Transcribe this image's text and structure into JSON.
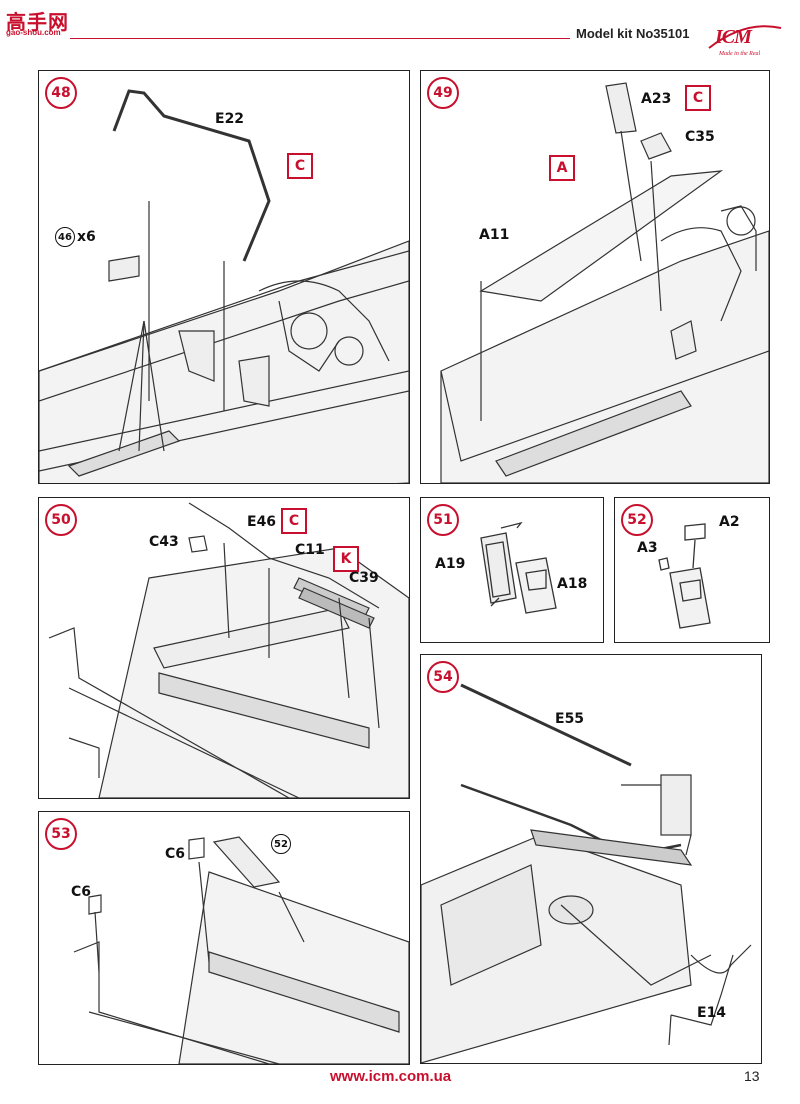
{
  "header": {
    "left_logo_text": "高手网",
    "left_logo_url": "gao-shou.com",
    "title": "Model kit No35101",
    "brand": "ICM",
    "brand_tagline": "Made in the Real"
  },
  "steps": [
    {
      "number": "48",
      "labels": [
        "E22",
        "x6"
      ],
      "refs": [
        "C"
      ],
      "subref": "46"
    },
    {
      "number": "49",
      "labels": [
        "A23",
        "C35",
        "A11"
      ],
      "refs": [
        "C",
        "A"
      ]
    },
    {
      "number": "50",
      "labels": [
        "C43",
        "E46",
        "C11",
        "C39"
      ],
      "refs": [
        "C",
        "K"
      ]
    },
    {
      "number": "51",
      "labels": [
        "A19",
        "A18"
      ]
    },
    {
      "number": "52",
      "labels": [
        "A2",
        "A3"
      ]
    },
    {
      "number": "53",
      "labels": [
        "C6",
        "C6"
      ],
      "subref": "52"
    },
    {
      "number": "54",
      "labels": [
        "E55",
        "E14"
      ]
    }
  ],
  "footer": {
    "url": "www.icm.com.ua",
    "page_number": "13"
  },
  "colors": {
    "accent_red": "#c8102e",
    "ink": "#222222"
  }
}
